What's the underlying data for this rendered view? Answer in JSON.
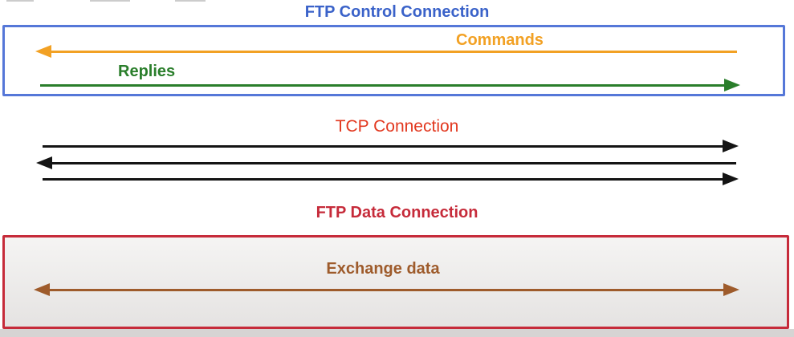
{
  "colors": {
    "blue-text": "#3A62C9",
    "blue-border": "#5577D8",
    "orange": "#F2A124",
    "green": "#2A7E2B",
    "red": "#E2381F",
    "crimson": "#C62B3A",
    "brown": "#9E5B2B",
    "black": "#141414",
    "box-fill-top": "#F5F4F3",
    "box-fill-bottom": "#E5E3E2",
    "strip": "#D6D4D3"
  },
  "control_section": {
    "title": "FTP Control Connection",
    "commands_label": "Commands",
    "replies_label": "Replies"
  },
  "tcp_section": {
    "title": "TCP Connection"
  },
  "data_section": {
    "title": "FTP Data Connection",
    "exchange_label": "Exchange data"
  }
}
